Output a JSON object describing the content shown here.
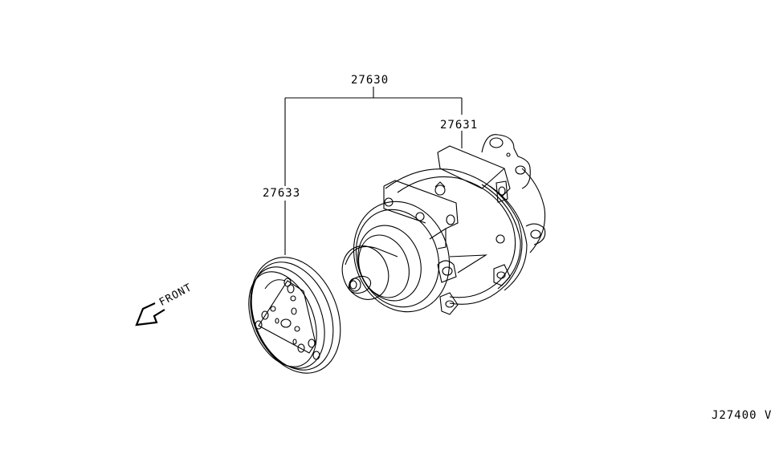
{
  "diagram": {
    "type": "parts-exploded-view",
    "subject": "A/C compressor assembly",
    "callouts": [
      {
        "id": "assembly",
        "part_number": "27630"
      },
      {
        "id": "compressor",
        "part_number": "27631"
      },
      {
        "id": "clutch",
        "part_number": "27633"
      }
    ],
    "direction_indicator": {
      "label": "FRONT",
      "icon": "arrow-down-left-icon"
    },
    "reference_code": "J27400 V",
    "colors": {
      "line": "#000000",
      "background": "#ffffff"
    }
  }
}
